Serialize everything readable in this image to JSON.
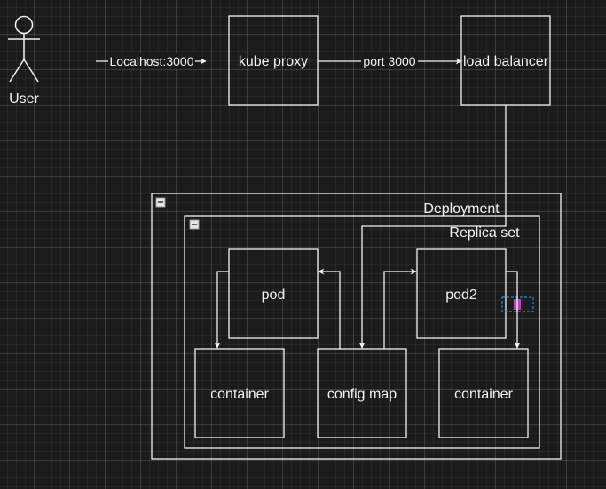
{
  "actor": {
    "label": "User",
    "icon": "person-icon"
  },
  "edges": {
    "user_to_proxy": "Localhost:3000",
    "proxy_to_lb": "port 3000"
  },
  "nodes": {
    "kube_proxy": "kube proxy",
    "load_balancer": "load balancer",
    "pod": "pod",
    "pod2": "pod2",
    "container_left": "container",
    "config_map": "config map",
    "container_right": "container"
  },
  "groups": {
    "deployment": "Deployment",
    "replica_set": "Replica set"
  },
  "colors": {
    "background": "#1b1b1b",
    "stroke": "#f2f2f2",
    "selection": "#1e88e5",
    "handle": "#c94fd8"
  },
  "icons": {
    "collapse": "minus-square-icon"
  }
}
